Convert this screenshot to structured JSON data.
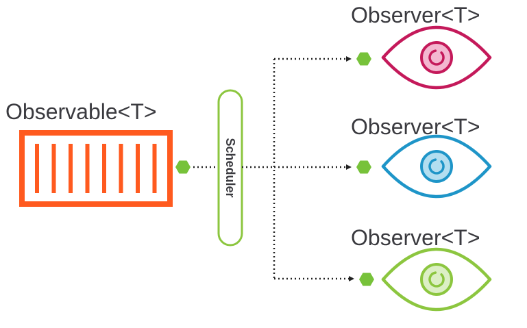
{
  "observable": {
    "label": "Observable<T>",
    "color": "#ff5a1f",
    "bar_count": 8
  },
  "scheduler": {
    "label": "Scheduler",
    "color": "#8cc63f"
  },
  "connector_color": "#77c23a",
  "line_color": "#222222",
  "text_color": "#3a3a3f",
  "observers": [
    {
      "label": "Observer<T>",
      "stroke": "#c4195a",
      "fill": "#f3b7d0",
      "icon": "eye-icon"
    },
    {
      "label": "Observer<T>",
      "stroke": "#1e95c8",
      "fill": "#b3def0",
      "icon": "eye-icon"
    },
    {
      "label": "Observer<T>",
      "stroke": "#8cc63f",
      "fill": "#dcefc5",
      "icon": "eye-icon"
    }
  ]
}
